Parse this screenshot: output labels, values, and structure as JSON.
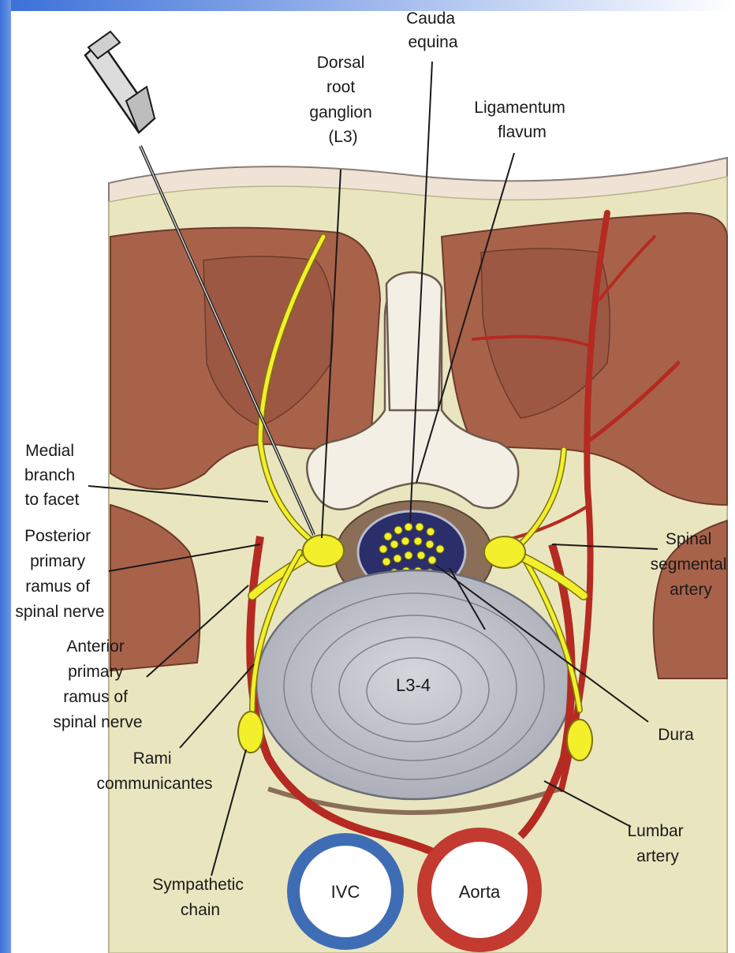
{
  "colors": {
    "frame_gradient_start": "#3a6fd8",
    "frame_gradient_end": "#ffffff",
    "muscle": "#a9624a",
    "fat": "#e9e6bf",
    "skin": "#efe3d6",
    "bone": "#f4efe4",
    "nerve": "#f3ef2a",
    "artery": "#b52a22",
    "disc": "#c5c7cf",
    "ivc": "#3f6db5",
    "aorta": "#c23a30",
    "dura": "#2b2e6a"
  },
  "labels": {
    "cauda_equina": [
      "Cauda",
      "equina"
    ],
    "dorsal_root_ganglion": [
      "Dorsal",
      "root",
      "ganglion",
      "(L3)"
    ],
    "ligamentum_flavum": [
      "Ligamentum",
      "flavum"
    ],
    "medial_branch": [
      "Medial",
      "branch",
      "to facet"
    ],
    "posterior_ramus": [
      "Posterior",
      "primary",
      "ramus of",
      "spinal nerve"
    ],
    "anterior_ramus": [
      "Anterior",
      "primary",
      "ramus of",
      "spinal nerve"
    ],
    "rami_communicantes": [
      "Rami",
      "communicantes"
    ],
    "sympathetic_chain": [
      "Sympathetic",
      "chain"
    ],
    "spinal_segmental_artery": [
      "Spinal",
      "segmental",
      "artery"
    ],
    "dura": [
      "Dura"
    ],
    "lumbar_artery": [
      "Lumbar",
      "artery"
    ]
  },
  "structures": {
    "disc": "L3-4",
    "ivc": "IVC",
    "aorta": "Aorta"
  }
}
